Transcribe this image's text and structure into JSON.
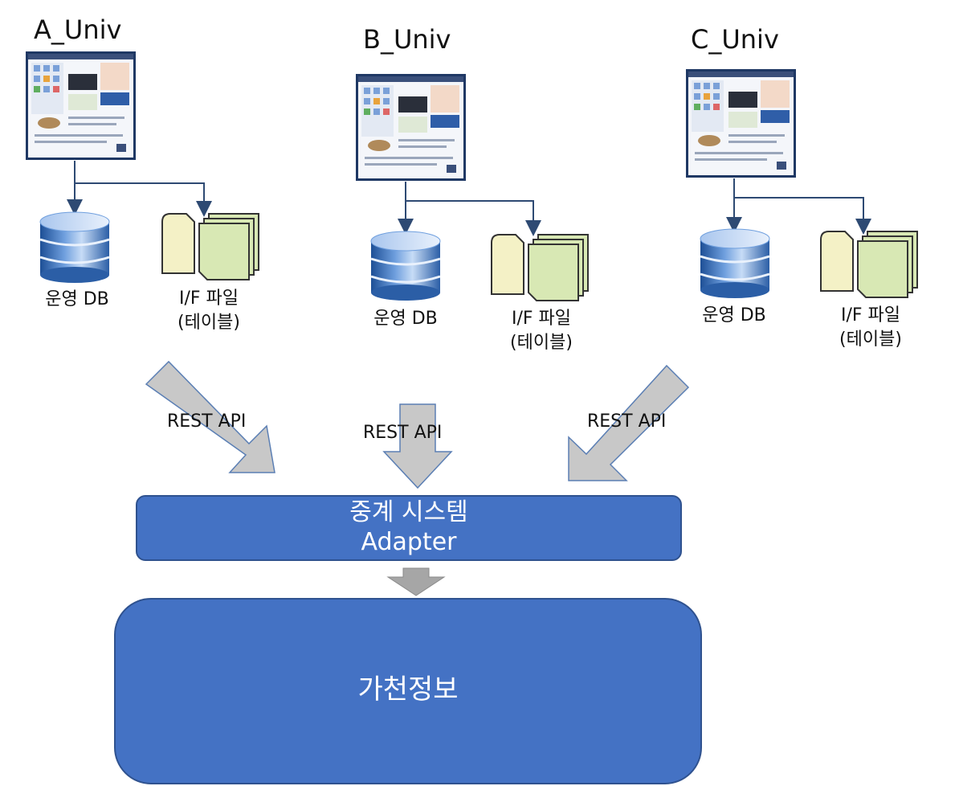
{
  "universities": [
    {
      "title": "A_Univ",
      "db_label": "운영 DB",
      "file_label_1": "I/F 파일",
      "file_label_2": "(테이블)",
      "api_label": "REST API"
    },
    {
      "title": "B_Univ",
      "db_label": "운영 DB",
      "file_label_1": "I/F 파일",
      "file_label_2": "(테이블)",
      "api_label": "REST API"
    },
    {
      "title": "C_Univ",
      "db_label": "운영 DB",
      "file_label_1": "I/F 파일",
      "file_label_2": "(테이블)",
      "api_label": "REST API"
    }
  ],
  "relay": {
    "line1": "중계 시스템",
    "line2": "Adapter"
  },
  "target": {
    "label": "가천정보"
  },
  "colors": {
    "box_fill": "#4472c4",
    "box_border": "#2f528f",
    "arrow_fill": "#c8c8c8",
    "connector": "#2e4a73",
    "file_front": "#d8e8b4",
    "file_back": "#f4f1c6"
  }
}
